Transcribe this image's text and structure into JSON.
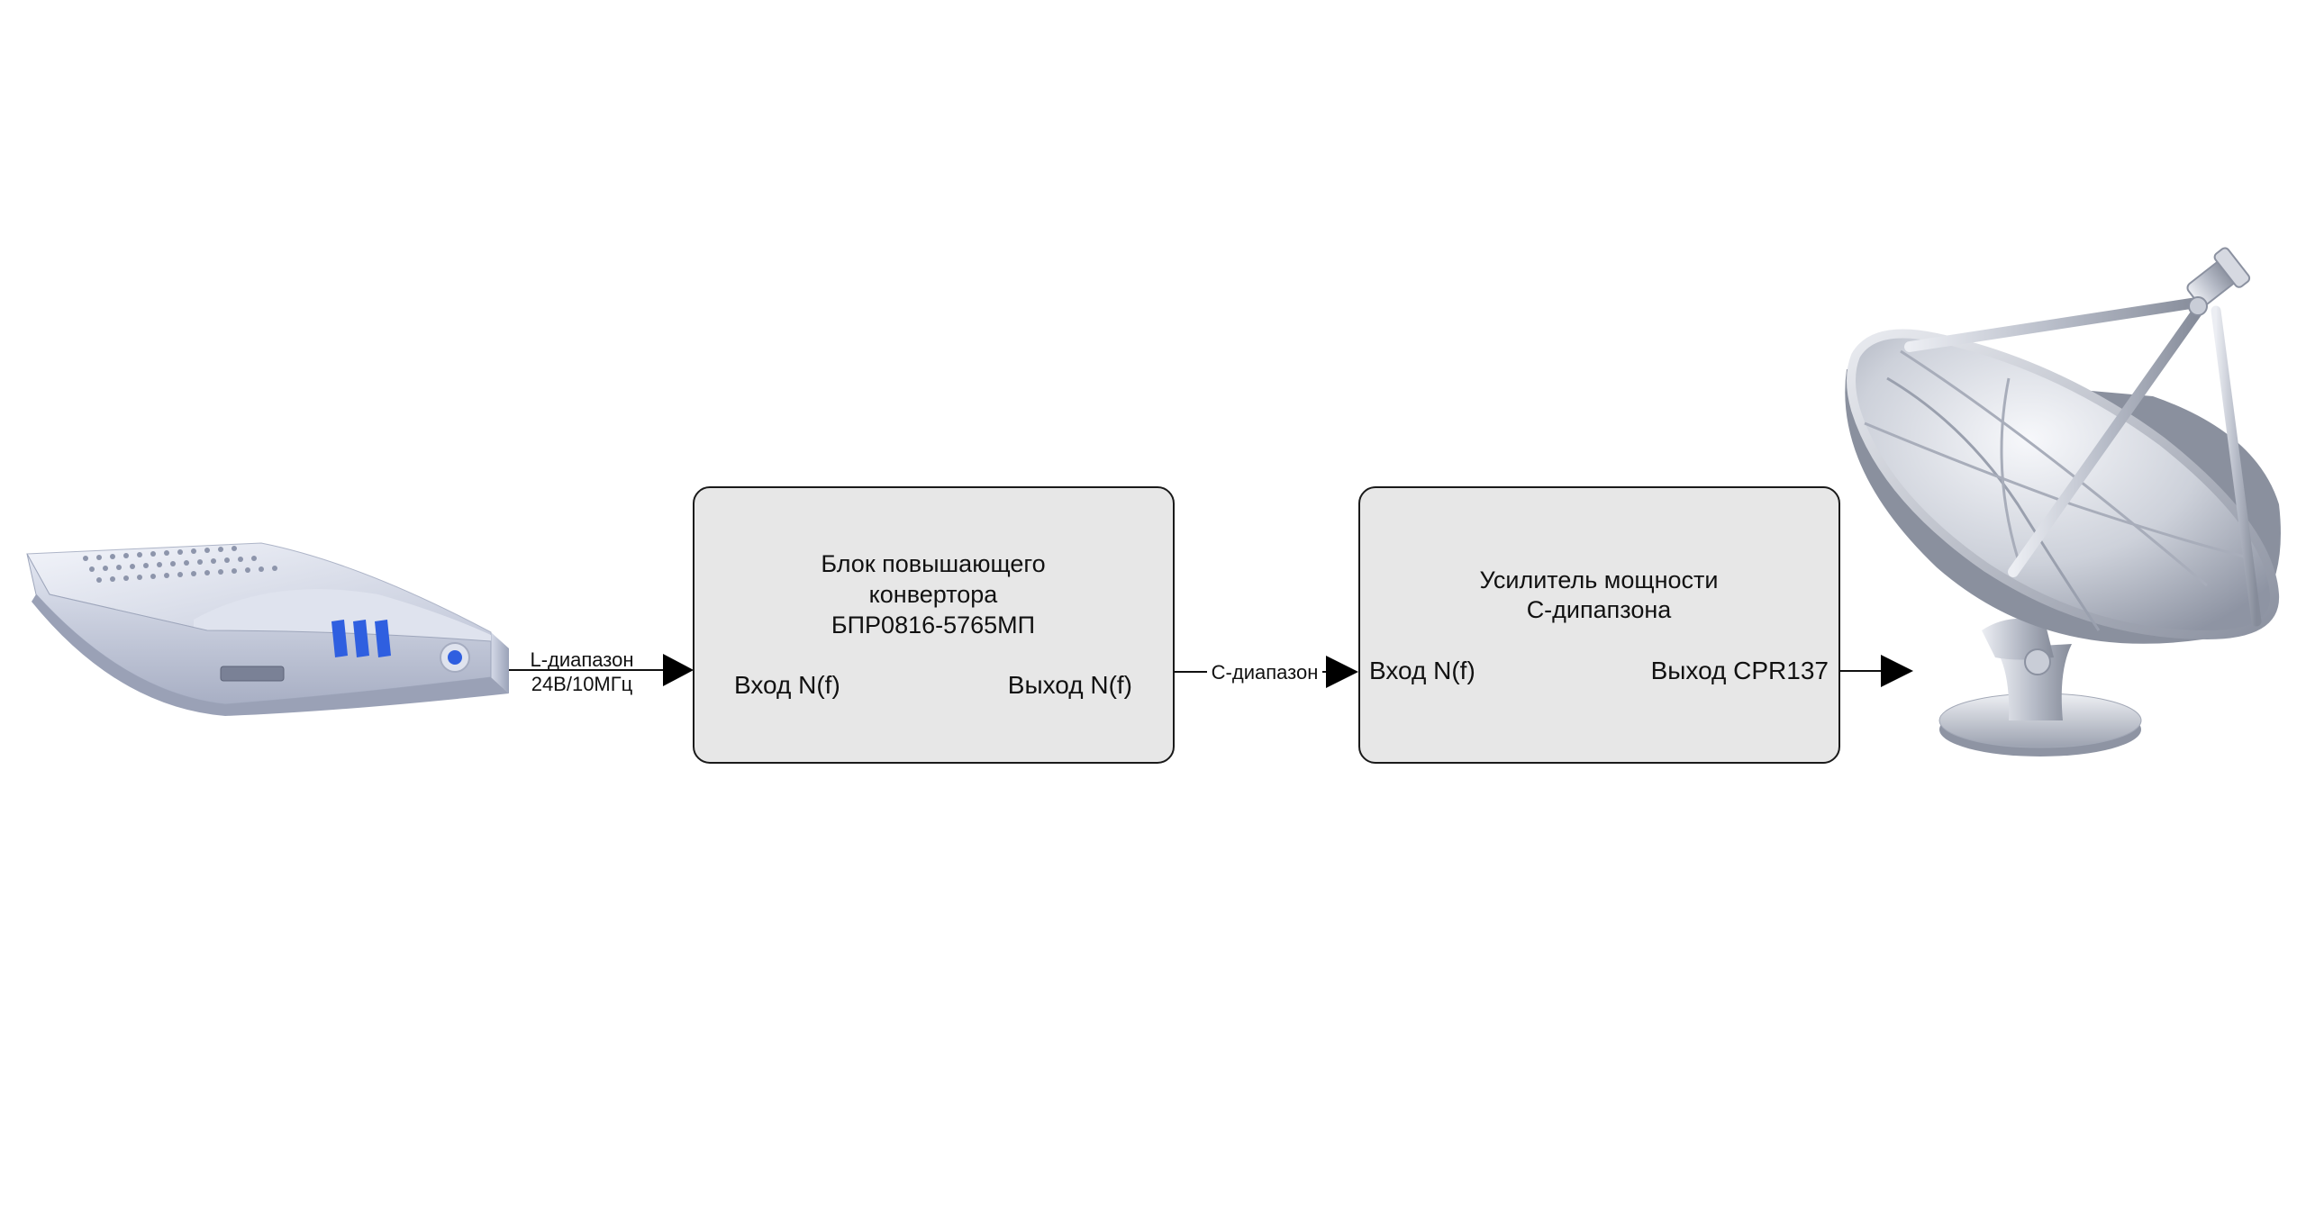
{
  "diagram": {
    "modem": {
      "icon": "modem-icon"
    },
    "link_l_band": {
      "line1": "L-диапазон",
      "line2": "24В/10МГц"
    },
    "converter": {
      "title_line1": "Блок повышающего",
      "title_line2": "конвертора",
      "title_line3": "БПР0816-5765МП",
      "input_label": "Вход N(f)",
      "output_label": "Выход N(f)"
    },
    "link_c_band": {
      "label": "С-диапазон"
    },
    "amplifier": {
      "title_line1": "Усилитель мощности",
      "title_line2": "С-дипапзона",
      "input_label": "Вход N(f)",
      "output_label": "Выход CPR137"
    },
    "antenna": {
      "icon": "satellite-dish-icon"
    }
  },
  "colors": {
    "block_fill": "#e7e7e7",
    "block_stroke": "#1a1a1a",
    "line": "#111111",
    "modem_body": "#c9cfe0",
    "modem_led": "#2f5fe0",
    "dish": "#c4c8d2"
  }
}
